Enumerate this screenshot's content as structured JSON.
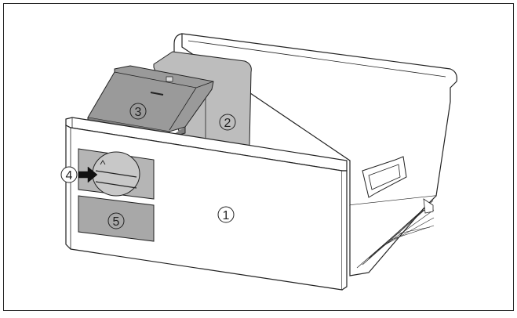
{
  "figure": {
    "callouts": [
      {
        "id": "1",
        "label": "1",
        "part": "drawer-body"
      },
      {
        "id": "2",
        "label": "2",
        "part": "rear-housing"
      },
      {
        "id": "3",
        "label": "3",
        "part": "top-cover"
      },
      {
        "id": "4",
        "label": "4",
        "part": "rotary-knob"
      },
      {
        "id": "5",
        "label": "5",
        "part": "lower-panel"
      }
    ],
    "colors": {
      "line": "#222222",
      "panel_dark": "#8f8f8f",
      "panel_mid": "#bdbdbd",
      "panel_light": "#d9d9d9",
      "background": "#ffffff"
    }
  }
}
